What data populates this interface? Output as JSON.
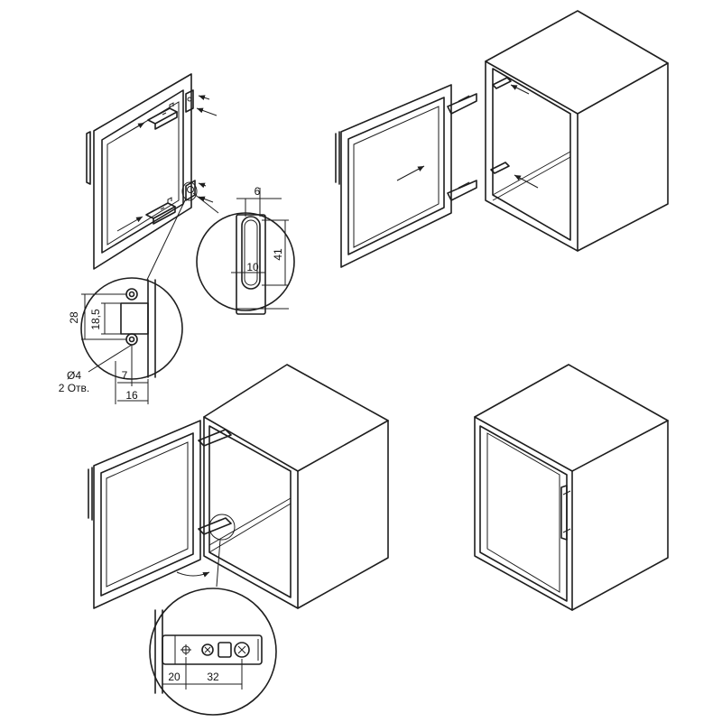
{
  "dimensions": {
    "slot_width": "6",
    "slot_length": "41",
    "slot_offset": "10",
    "height_28": "28",
    "height_18_5": "18,5",
    "offset_7": "7",
    "offset_16": "16",
    "bottom_20": "20",
    "bottom_32": "32"
  },
  "notes": {
    "hole_diameter": "Ø4",
    "hole_count": "2 Отв."
  }
}
